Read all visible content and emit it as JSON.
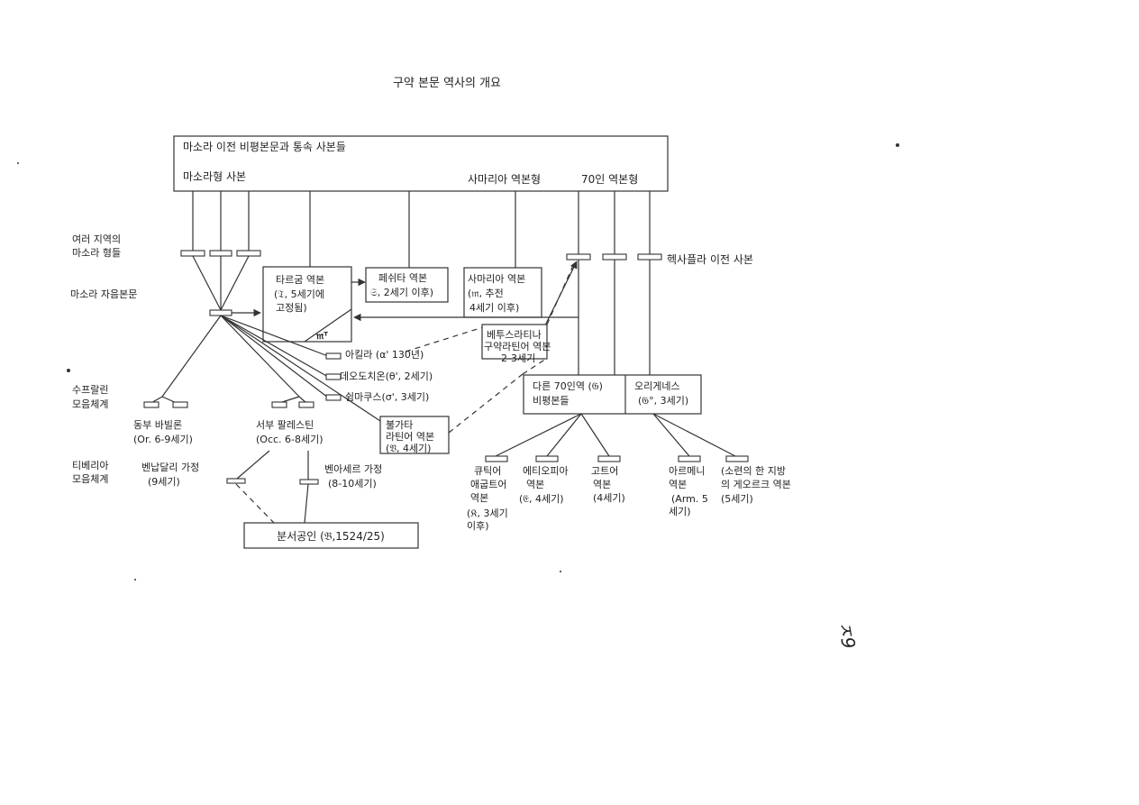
{
  "title": "구약 본문 역사의 개요",
  "top_box": {
    "heading": "마소라 이전 비평본문과 통속 사본들",
    "masoretic_type": "마소라형 사본",
    "samaritan_type": "사마리아 역본형",
    "lxx_type": "70인 역본형"
  },
  "left_labels": {
    "regional": [
      "여러 지역의",
      "마소라 형들"
    ],
    "consonantal": "마소라 자음본문",
    "supralinear": [
      "수프랄린",
      "모음체계"
    ],
    "tiberian": [
      "티베리아",
      "모음체계"
    ]
  },
  "targum": {
    "lines": [
      "타르굼 역본",
      "(𝔗, 5세기에",
      "고정됨)"
    ],
    "corner": "𝔪ᵀ"
  },
  "peshitta": {
    "lines": [
      "페쉬타 역본",
      "𝔖, 2세기 이후)"
    ]
  },
  "samaritan": {
    "lines": [
      "사마리아 역본",
      "(𝔪, 추전",
      "4세기 이후)"
    ]
  },
  "vetus_latina": {
    "lines": [
      "베투스라티나",
      "구약라틴어 역본",
      "2-3세기"
    ]
  },
  "hexapla_pre": "헥사플라 이전 사본",
  "greek_versions": {
    "aquila": "아킬라 (α' 130년)",
    "theodotion": "데오도치온(θ', 2세기)",
    "symmachus": "쉼마쿠스(σ', 3세기)"
  },
  "vulgate": {
    "lines": [
      "불가타",
      "라틴어 역본",
      "(𝔙, 4세기)"
    ]
  },
  "eastern": {
    "lines": [
      "동부 바빌론",
      "(Or. 6-9세기)"
    ]
  },
  "western": {
    "lines": [
      "서부 팔레스틴",
      "(Occ. 6-8세기)"
    ]
  },
  "ben_naphtali": {
    "lines": [
      "벤납달리 가정",
      "(9세기)"
    ]
  },
  "ben_asher": {
    "lines": [
      "벤아세르 가정",
      "(8-10세기)"
    ]
  },
  "bomberg": "분서공인 (𝔅,1524/25)",
  "lxx_box": {
    "left": [
      "다른 70인역 (𝔊)",
      "비평본들"
    ],
    "right": [
      "오리게네스",
      "(𝔊°, 3세기)"
    ]
  },
  "daughter_versions": {
    "coptic_egypt": [
      "큐틱어",
      "애굽트어",
      "역본",
      "(𝔎, 3세기",
      "이후)"
    ],
    "ethiopic": [
      "에티오피아",
      "역본",
      "(𝔈, 4세기)"
    ],
    "gothic": [
      "고트어",
      "역본",
      "(4세기)"
    ],
    "armenian": [
      "아르메니",
      "역본",
      "(Arm. 5",
      "세기)"
    ],
    "georgian": [
      "(소련의 한 지방",
      "의 게오르크 역본",
      "(5세기)"
    ]
  },
  "margin_note": "ㅈ9"
}
